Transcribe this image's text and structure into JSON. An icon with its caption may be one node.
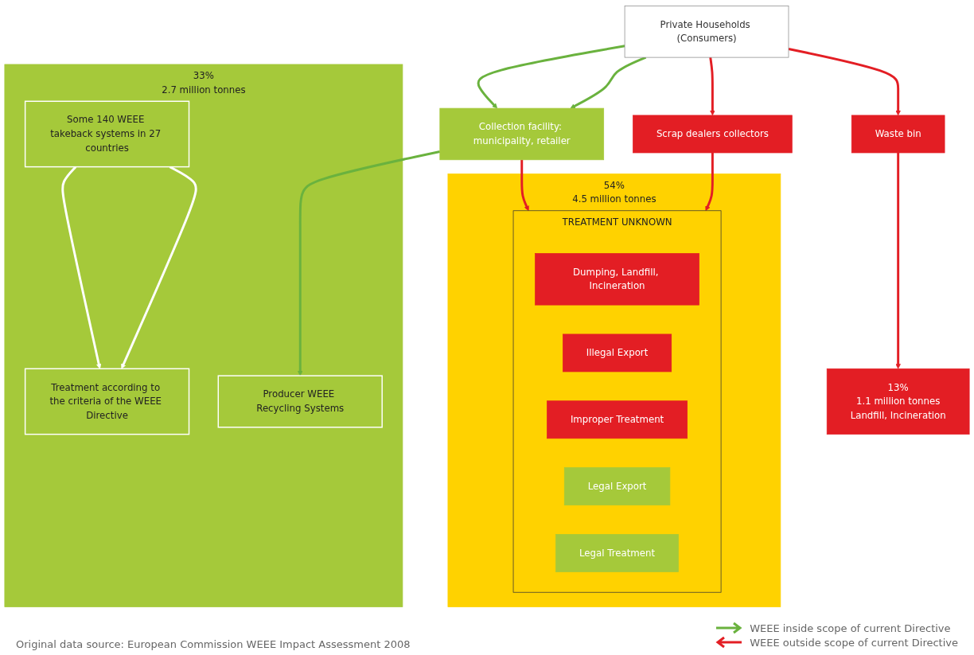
{
  "diagram": {
    "nodes": [
      {
        "text": [
          "Private Households (Consumers)"
        ]
      },
      {
        "text": [
          "Waste bin"
        ]
      },
      {
        "text": [
          "Scrap dealers collectors"
        ]
      },
      {
        "text": [
          "Collection facility: municipality, retailer"
        ]
      },
      {
        "text": [
          "13%",
          "1.1 million tonnes",
          "Landfill, Incineration"
        ]
      },
      {
        "text": [
          "54%",
          "4.5 million tonnes"
        ]
      },
      {
        "text": [
          "TREATMENT UNKNOWN"
        ],
        "in": 5
      },
      {
        "text": [
          "Dumping, Landfill, Incineration"
        ],
        "in": 6
      },
      {
        "text": [
          "Illegal Export"
        ],
        "in": 6
      },
      {
        "text": [
          "Improper Treatment"
        ],
        "in": 6
      },
      {
        "text": [
          "Legal Export"
        ],
        "in": 6
      },
      {
        "text": [
          "Legal Treatment"
        ],
        "in": 6
      },
      {
        "text": [
          "33%",
          "2.7 million tonnes"
        ]
      },
      {
        "text": [
          "Producer WEEE Recycling Systems"
        ],
        "in": 12
      },
      {
        "text": [
          "Some 140 WEEE takeback systems in 27 countries"
        ],
        "in": 12
      },
      {
        "text": [
          "Treatment according to the criteria of the WEEE Directive"
        ],
        "in": 12
      }
    ],
    "edges": [
      {
        "from": 0,
        "to": 1,
        "arrow": "to"
      },
      {
        "from": 0,
        "to": 2,
        "arrow": "to"
      },
      {
        "from": 0,
        "to": 3,
        "arrow": "to",
        "color": "#6ab23e"
      },
      {
        "from": 0,
        "to": 3,
        "arrow": "to",
        "color": "#6ab23e"
      },
      {
        "from": 1,
        "to": 4,
        "arrow": "to"
      },
      {
        "from": 2,
        "to": 6,
        "arrow": "to"
      },
      {
        "from": 3,
        "to": 6,
        "arrow": "to"
      },
      {
        "from": 3,
        "to": 13,
        "arrow": "to",
        "color": "#6ab23e"
      },
      {
        "from": 14,
        "to": 15,
        "arrow": "to",
        "color": "#ffffff"
      },
      {
        "from": 14,
        "to": 15,
        "arrow": "to",
        "color": "#ffffff"
      }
    ],
    "labels": [
      "Original data source: European Commission WEEE Impact Assessment 2008"
    ],
    "legend": [
      {
        "text": "WEEE inside scope of current Directive"
      },
      {
        "text": "WEEE outside scope of current Directive"
      }
    ]
  }
}
